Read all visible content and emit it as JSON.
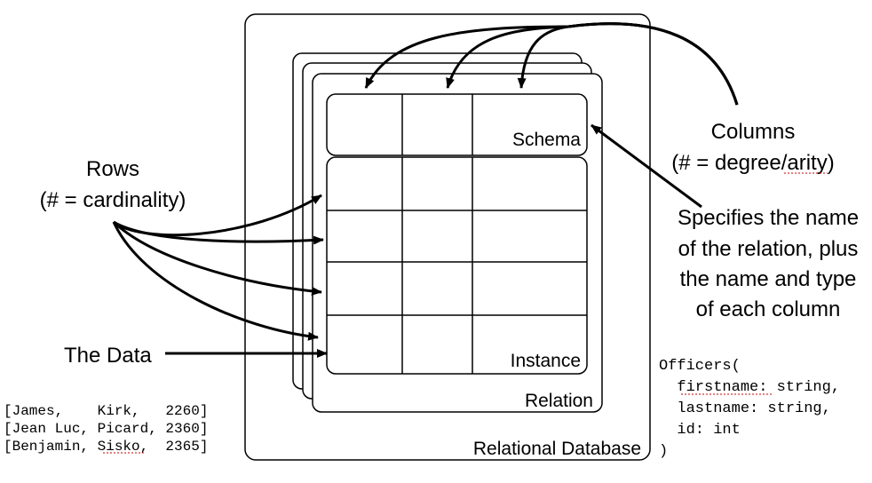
{
  "labels": {
    "rows_line1": "Rows",
    "rows_line2": "(# = cardinality)",
    "columns_line1": "Columns",
    "columns_line2": "(# = degree/arity)",
    "specifies_line1": "Specifies the name",
    "specifies_line2": "of the relation, plus",
    "specifies_line3": "the name and type",
    "specifies_line4": "of each column",
    "the_data": "The Data",
    "schema": "Schema",
    "instance": "Instance",
    "relation": "Relation",
    "relational_database": "Relational Database"
  },
  "data_rows": [
    "[James,    Kirk,   2260]",
    "[Jean Luc, Picard, 2360]",
    "[Benjamin, Sisko,  2365]"
  ],
  "code_lines": [
    "Officers(",
    "  firstname: string,",
    "  lastname: string,",
    "  id: int",
    ")"
  ],
  "colors": {
    "stroke": "#000000",
    "spellcheck_underline": "#cc0000"
  }
}
